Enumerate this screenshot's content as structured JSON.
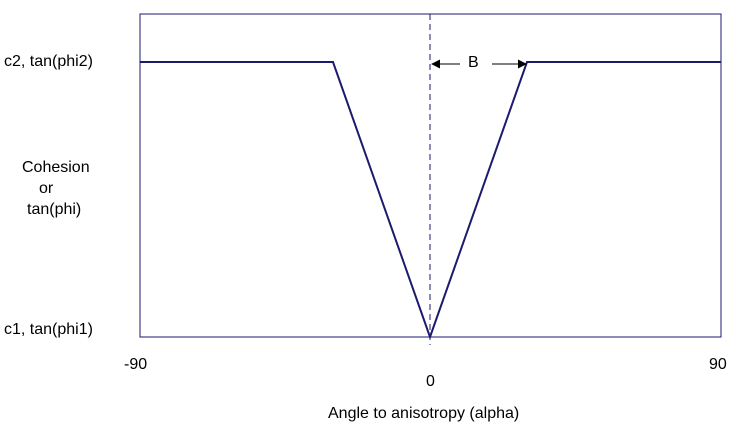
{
  "diagram": {
    "labels": {
      "upper_level": "c2, tan(phi2)",
      "lower_level": "c1, tan(phi1)",
      "y_axis_line1": "Cohesion",
      "y_axis_line2": "or",
      "y_axis_line3": "tan(phi)",
      "x_axis_title": "Angle to anisotropy (alpha)",
      "width_marker": "B"
    },
    "x_ticks": [
      "-90",
      "0",
      "90"
    ],
    "colors": {
      "frame": "#1a1a6e",
      "curve": "#1a1a6e",
      "center_line": "#1a1a6e",
      "text": "#000000",
      "background": "#ffffff"
    },
    "curve_points": [
      {
        "alpha": -90,
        "level": "c2"
      },
      {
        "alpha": -30,
        "level": "c2"
      },
      {
        "alpha": 0,
        "level": "c1"
      },
      {
        "alpha": 30,
        "level": "c2"
      },
      {
        "alpha": 90,
        "level": "c2"
      }
    ],
    "line_style_center": "dashed"
  }
}
